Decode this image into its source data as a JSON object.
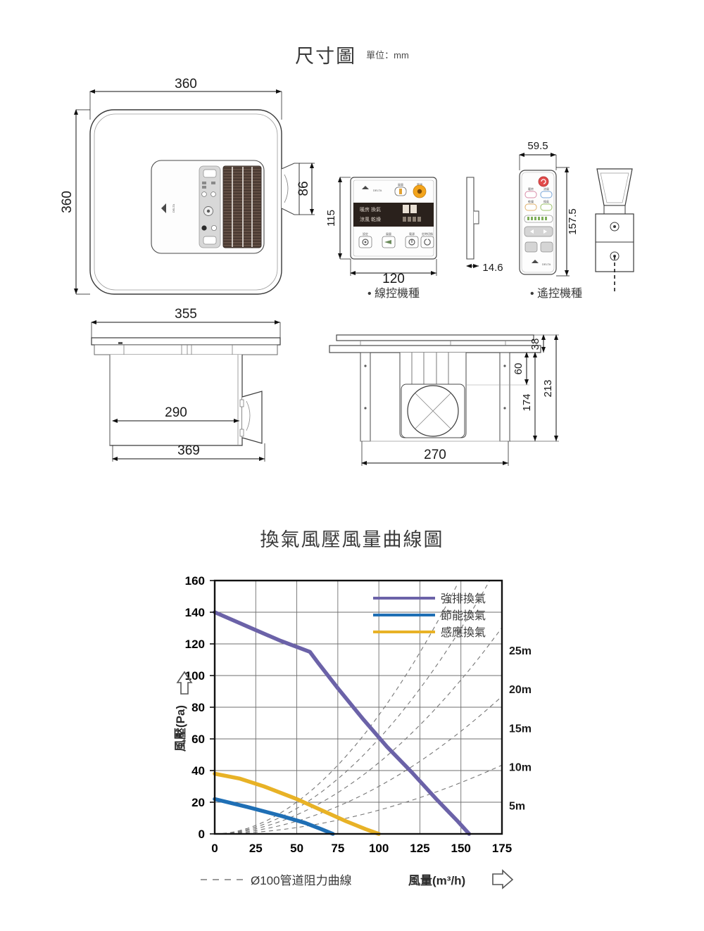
{
  "dimension_section": {
    "title": "尺寸圖",
    "unit_note": "單位：mm",
    "views": {
      "front_unit": {
        "width_label": "360",
        "height_label": "360",
        "depth_label": "86",
        "brand": "DELTA"
      },
      "wired_controller": {
        "width_label": "120",
        "height_label": "115",
        "thickness_label": "14.6",
        "caption": "• 線控機種",
        "brand": "DELTA",
        "display_lines": [
          "暖房  換氣",
          "涼風  乾燥"
        ],
        "button_labels": [
          "設定",
          "風量",
          "電源",
          "定時切換"
        ]
      },
      "remote_controller": {
        "width_label": "59.5",
        "height_label": "157.5",
        "caption": "• 遙控機種",
        "brand": "DELTA",
        "mode_buttons": [
          "暖房",
          "涼風",
          "乾燥",
          "換氣"
        ]
      },
      "side_view": {
        "flange_label": "355",
        "body_label": "290",
        "total_label": "369"
      },
      "bottom_view": {
        "width_label": "270",
        "h_flange": "38",
        "h_inner": "60",
        "h_body": "174",
        "h_total": "213"
      }
    }
  },
  "chart_section": {
    "title": "換氣風壓風量曲線圖",
    "footer_dashed_legend": "Ø100管道阻力曲線",
    "footer_x_label": "風量(m³/h)",
    "y_axis_title": "風壓(Pa)"
  },
  "chart_data": {
    "type": "line",
    "title": "換氣風壓風量曲線圖",
    "xlabel": "風量(m³/h)",
    "ylabel": "風壓(Pa)",
    "xlim": [
      0,
      175
    ],
    "ylim": [
      0,
      160
    ],
    "xticks": [
      "0",
      "25",
      "50",
      "75",
      "100",
      "125",
      "150",
      "175"
    ],
    "yticks": [
      "0",
      "20",
      "40",
      "60",
      "80",
      "100",
      "120",
      "140",
      "160"
    ],
    "grid": true,
    "legend_position": "top-right",
    "series": [
      {
        "name": "強排換氣",
        "color": "#6b62a8",
        "points": [
          [
            0,
            140
          ],
          [
            20,
            131
          ],
          [
            40,
            122
          ],
          [
            58,
            115
          ],
          [
            63,
            108
          ],
          [
            75,
            92
          ],
          [
            90,
            73
          ],
          [
            105,
            55
          ],
          [
            120,
            39
          ],
          [
            135,
            22
          ],
          [
            148,
            8
          ],
          [
            155,
            0
          ]
        ]
      },
      {
        "name": "節能換氣",
        "color": "#1f6fb5",
        "points": [
          [
            0,
            22
          ],
          [
            20,
            17
          ],
          [
            40,
            11.5
          ],
          [
            55,
            7
          ],
          [
            65,
            3
          ],
          [
            72,
            0
          ]
        ]
      },
      {
        "name": "感應換氣",
        "color": "#e8b226",
        "points": [
          [
            0,
            38
          ],
          [
            15,
            35
          ],
          [
            30,
            30
          ],
          [
            50,
            22
          ],
          [
            65,
            15
          ],
          [
            80,
            8
          ],
          [
            92,
            3
          ],
          [
            100,
            0
          ]
        ]
      }
    ],
    "duct_resistance_curves": {
      "style": "dashed",
      "color": "#777777",
      "labels": [
        "5m",
        "10m",
        "15m",
        "20m",
        "25m"
      ],
      "label_values_at_right_edge": [
        5,
        10,
        15,
        20,
        25
      ],
      "note": "Ø100管道阻力曲線"
    }
  }
}
